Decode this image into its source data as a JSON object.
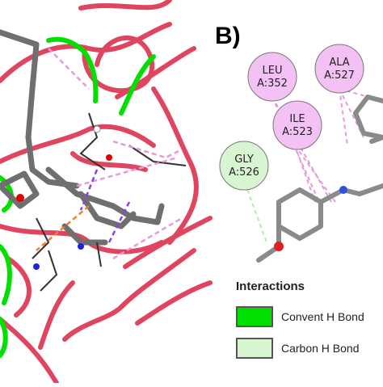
{
  "panel_b": {
    "label": "B)",
    "residues": [
      {
        "name": "LEU",
        "num": "A:352",
        "type": "hydrophobic"
      },
      {
        "name": "ALA",
        "num": "A:527",
        "type": "hydrophobic"
      },
      {
        "name": "ILE",
        "num": "A:523",
        "type": "hydrophobic"
      },
      {
        "name": "GLY",
        "num": "A:526",
        "type": "carbon-h-bond"
      }
    ],
    "legend": {
      "title": "Interactions",
      "items": [
        {
          "label": "Convent H Bond",
          "color": "#00e000"
        },
        {
          "label": "Carbon H Bond",
          "color": "#d8f5d2"
        }
      ]
    }
  },
  "colors": {
    "coil": "#e0455f",
    "helix": "#00e000",
    "hydrophobic_fill": "#f4c1f4",
    "carbon_fill": "#d8f5d2",
    "ligand": "#7a7a7a",
    "pink_dash": "#e69ad8",
    "orange_dash": "#f08030"
  }
}
